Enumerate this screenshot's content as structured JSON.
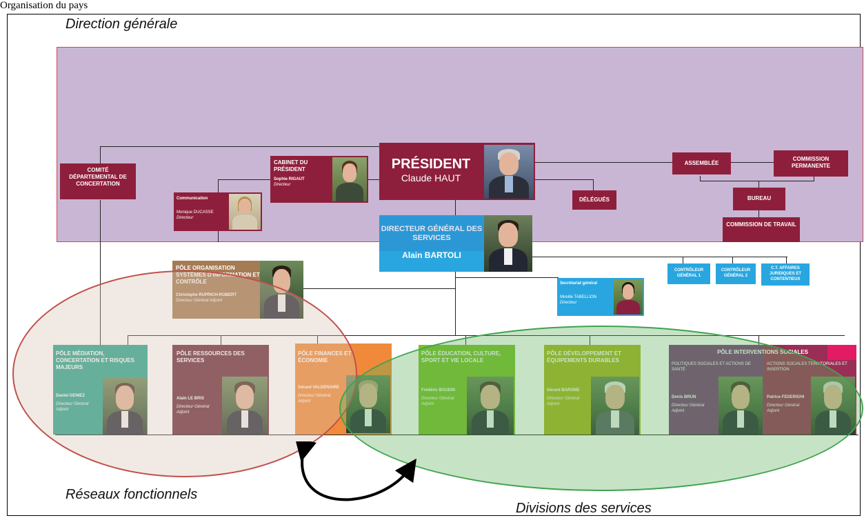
{
  "top_caption": "Organisation du pays",
  "labels": {
    "direction": "Direction générale",
    "reseaux": "Réseaux fonctionnels",
    "divisions": "Divisions des services"
  },
  "colors": {
    "band": "#c9b6d4",
    "red": "#8e1f3c",
    "blue": "#29a6df",
    "teal": "#2aa58f",
    "maroon": "#6a2b3c",
    "orange": "#f08a3a",
    "lime": "#7dbf2a",
    "olive": "#a9b520",
    "purple": "#7a3c78",
    "pink": "#e21b64",
    "brown": "#a57b54",
    "green_ellipse": "#3fa34d",
    "red_ellipse": "#c0504d"
  },
  "nodes": {
    "comite": "COMITÉ DÉPARTEMENTAL DE CONCERTATION",
    "cabinet": {
      "title": "CABINET DU PRÉSIDENT",
      "name": "Sophie RIGAUT",
      "role": "Directeur"
    },
    "president": {
      "title": "PRÉSIDENT",
      "name": "Claude HAUT"
    },
    "assemblee": "ASSEMBLÉE",
    "commission_perm": "COMMISSION PERMANENTE",
    "delegues": "DÉLÉGUÉS",
    "bureau": "BUREAU",
    "commission_travail": "COMMISSION DE TRAVAIL",
    "communication": {
      "title": "Communication",
      "name": "Monique DUCASSE",
      "role": "Directeur"
    },
    "dgs": {
      "title": "DIRECTEUR GÉNÉRAL DES SERVICES",
      "name": "Alain BARTOLI"
    },
    "controleur1": "CONTRÔLEUR GÉNÉRAL 1",
    "controleur2": "CONTRÔLEUR GÉNÉRAL 2",
    "ct_affaires": "C.T. AFFAIRES JURIDIQUES ET CONTENTIEUX",
    "secretariat": {
      "title": "Secrétariat général",
      "name": "Mireille TABELLION",
      "role": "Directeur"
    },
    "organisation": {
      "title": "PÔLE ORGANISATION SYSTÈMES D'INFORMATION ET CONTRÔLE",
      "name": "Christophe RUPRICH-ROBERT",
      "role": "Directeur Général Adjoint"
    }
  },
  "poles": [
    {
      "title": "PÔLE MÉDIATION, CONCERTATION ET RISQUES MAJEURS",
      "name": "Daniel GENIEZ",
      "role": "Directeur Général Adjoint"
    },
    {
      "title": "PÔLE RESSOURCES DES SERVICES",
      "name": "Alain LE BRIS",
      "role": "Directeur Général Adjoint"
    },
    {
      "title": "PÔLE FINANCES ET ÉCONOMIE",
      "name": "Gérard VALDENAIRE",
      "role": "Directeur Général Adjoint"
    },
    {
      "title": "PÔLE ÉDUCATION, CULTURE, SPORT ET VIE LOCALE",
      "name": "Frédéric BOUDIN",
      "role": "Directeur Général Adjoint"
    },
    {
      "title": "PÔLE DÉVELOPPEMENT ET ÉQUIPEMENTS DURABLES",
      "name": "Gérard BARONE",
      "role": "Directeur Général Adjoint"
    }
  ],
  "interventions": {
    "title": "PÔLE INTERVENTIONS SOCIALES",
    "left": {
      "subtitle": "POLITIQUES SOCIALES ET ACTIONS DE SANTÉ",
      "name": "Denis BRUN",
      "role": "Directeur Général Adjoint"
    },
    "right": {
      "subtitle": "ACTIONS SOCIALES TERRITORIALES ET INSERTION",
      "name": "Patrice FEDERIGHI",
      "role": "Directeur Général Adjoint"
    }
  }
}
